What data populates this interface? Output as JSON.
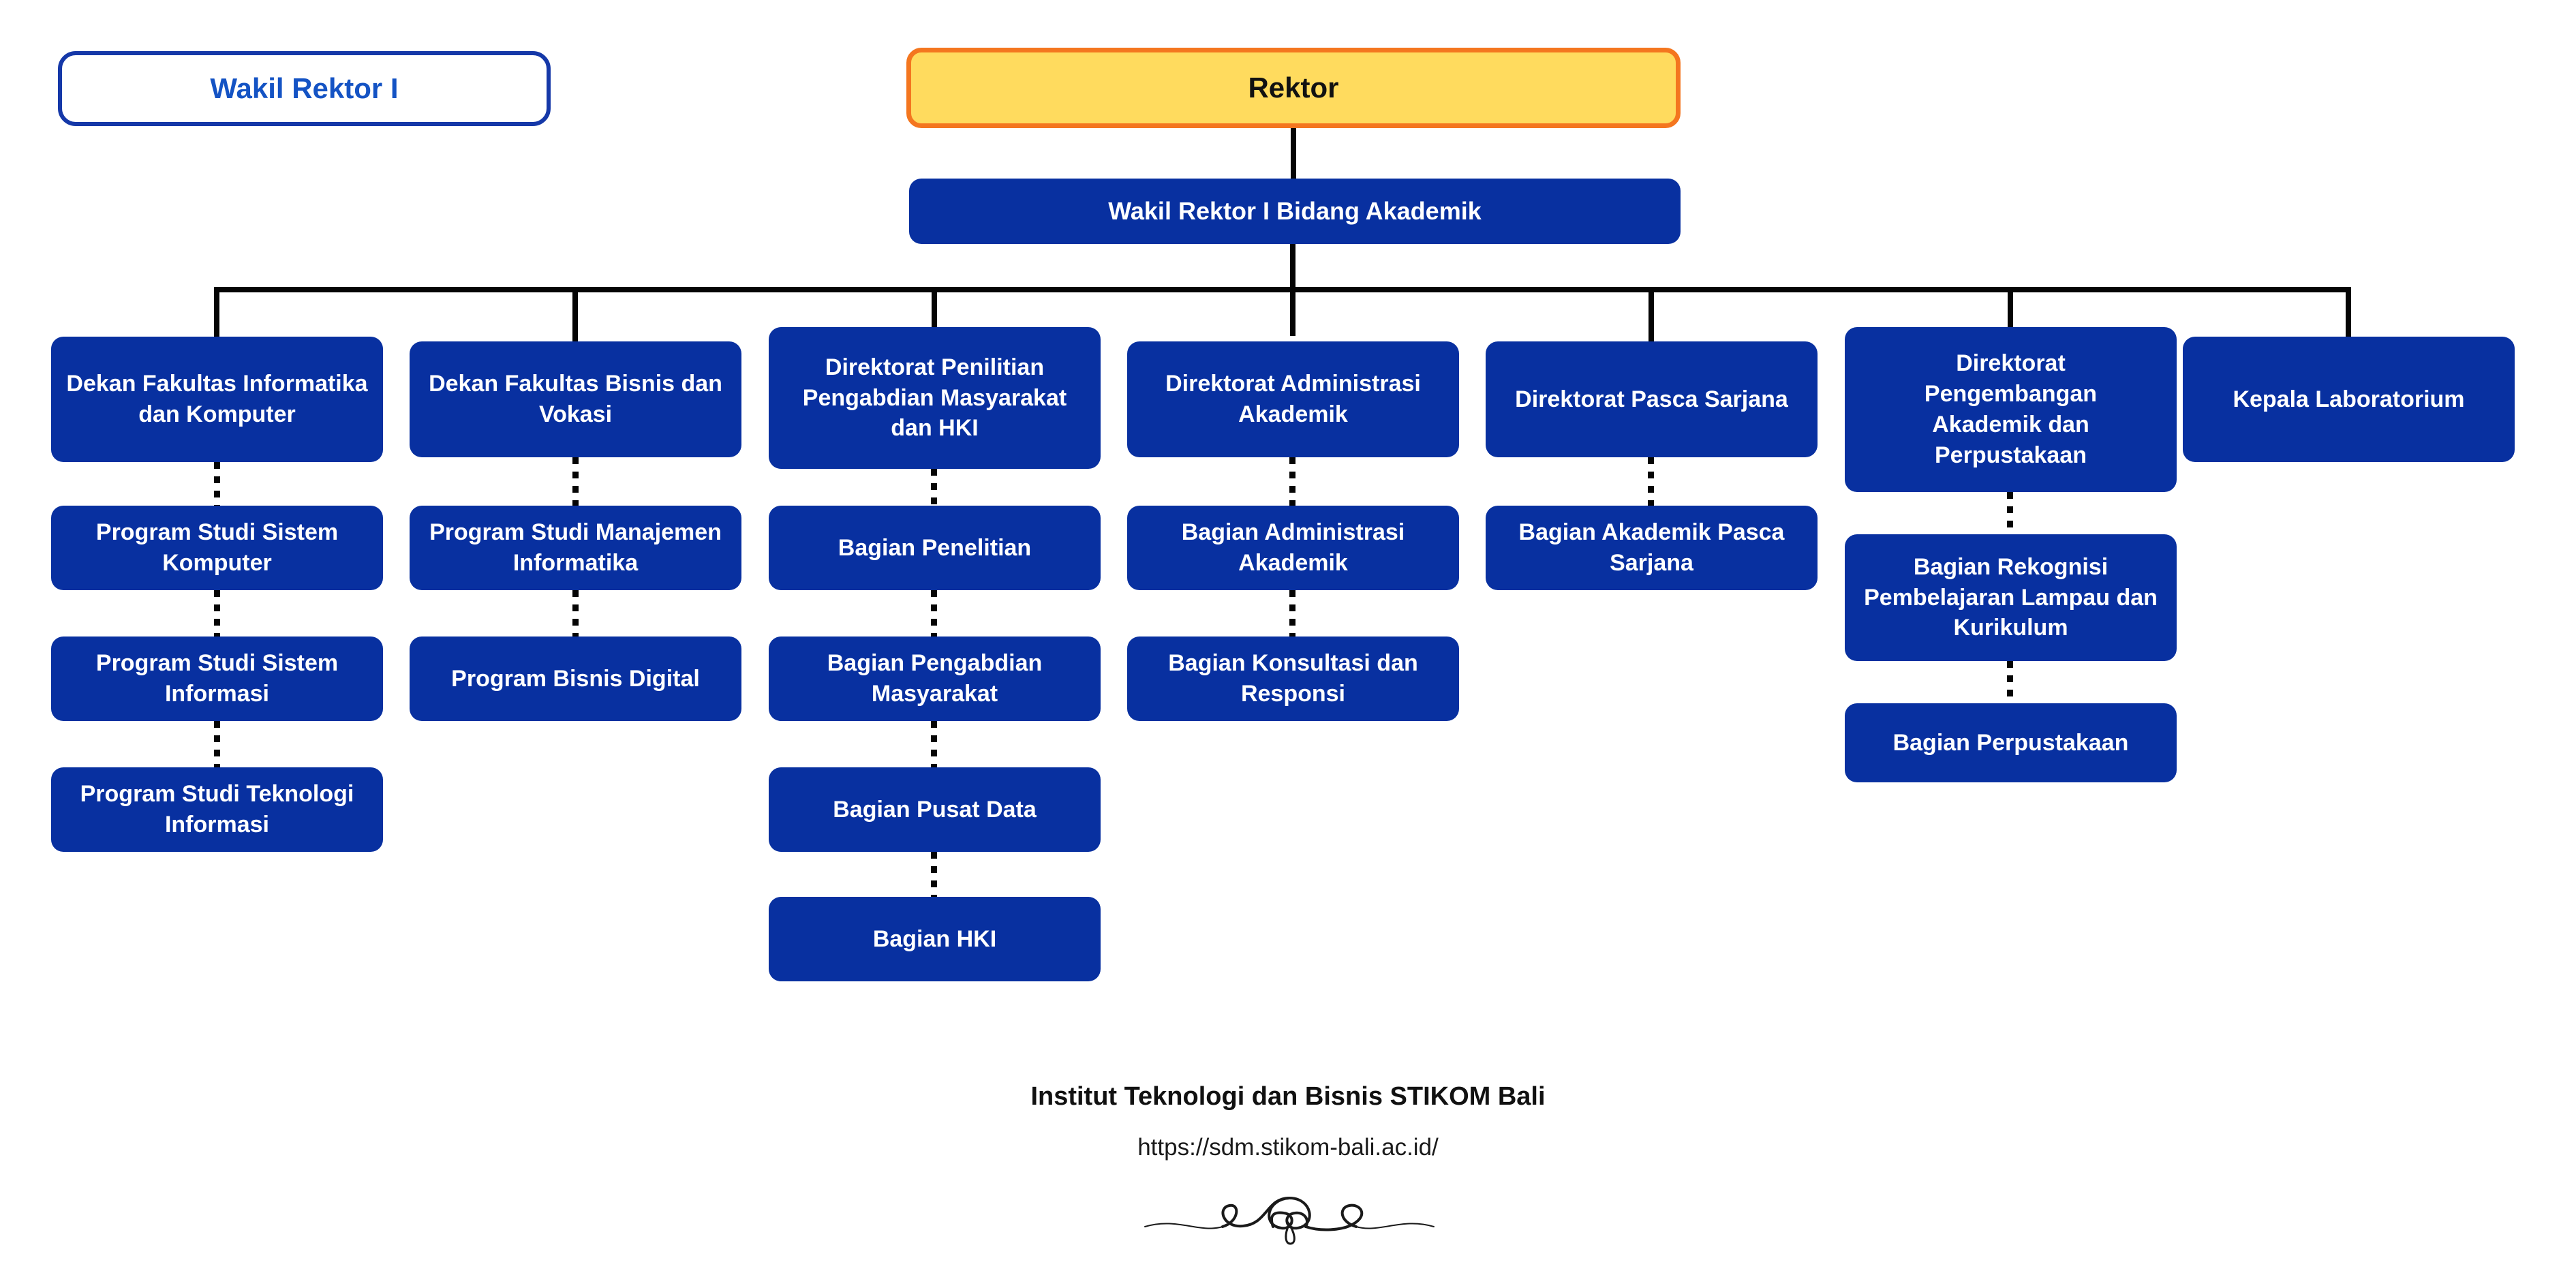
{
  "title_badge": {
    "label": "Wakil Rektor I"
  },
  "org_chart": {
    "root": {
      "label": "Rektor"
    },
    "deputy": {
      "label": "Wakil Rektor I Bidang Akademik"
    },
    "columns": [
      {
        "head": "Dekan Fakultas Informatika dan Komputer",
        "children": [
          "Program Studi Sistem Komputer",
          "Program Studi Sistem Informasi",
          "Program Studi Teknologi Informasi"
        ]
      },
      {
        "head": "Dekan Fakultas Bisnis dan Vokasi",
        "children": [
          "Program Studi Manajemen Informatika",
          "Program Bisnis Digital"
        ]
      },
      {
        "head": "Direktorat Penilitian Pengabdian Masyarakat dan HKI",
        "children": [
          "Bagian Penelitian",
          "Bagian Pengabdian Masyarakat",
          "Bagian Pusat Data",
          "Bagian HKI"
        ]
      },
      {
        "head": "Direktorat Administrasi Akademik",
        "children": [
          "Bagian Administrasi Akademik",
          "Bagian Konsultasi dan Responsi"
        ]
      },
      {
        "head": "Direktorat Pasca Sarjana",
        "children": [
          "Bagian Akademik Pasca Sarjana"
        ]
      },
      {
        "head": "Direktorat Pengembangan Akademik dan Perpustakaan",
        "children": [
          "Bagian Rekognisi Pembelajaran Lampau dan Kurikulum",
          "Bagian Perpustakaan"
        ]
      },
      {
        "head": "Kepala Laboratorium",
        "children": []
      }
    ]
  },
  "footer": {
    "institution": "Institut Teknologi dan Bisnis STIKOM Bali",
    "url": "https://sdm.stikom-bali.ac.id/"
  },
  "colors": {
    "node_blue": "#0830a0",
    "root_fill": "#ffdb5e",
    "root_border": "#f4761f",
    "badge_border": "#1538a8",
    "badge_text": "#1453c4",
    "line": "#050505"
  }
}
